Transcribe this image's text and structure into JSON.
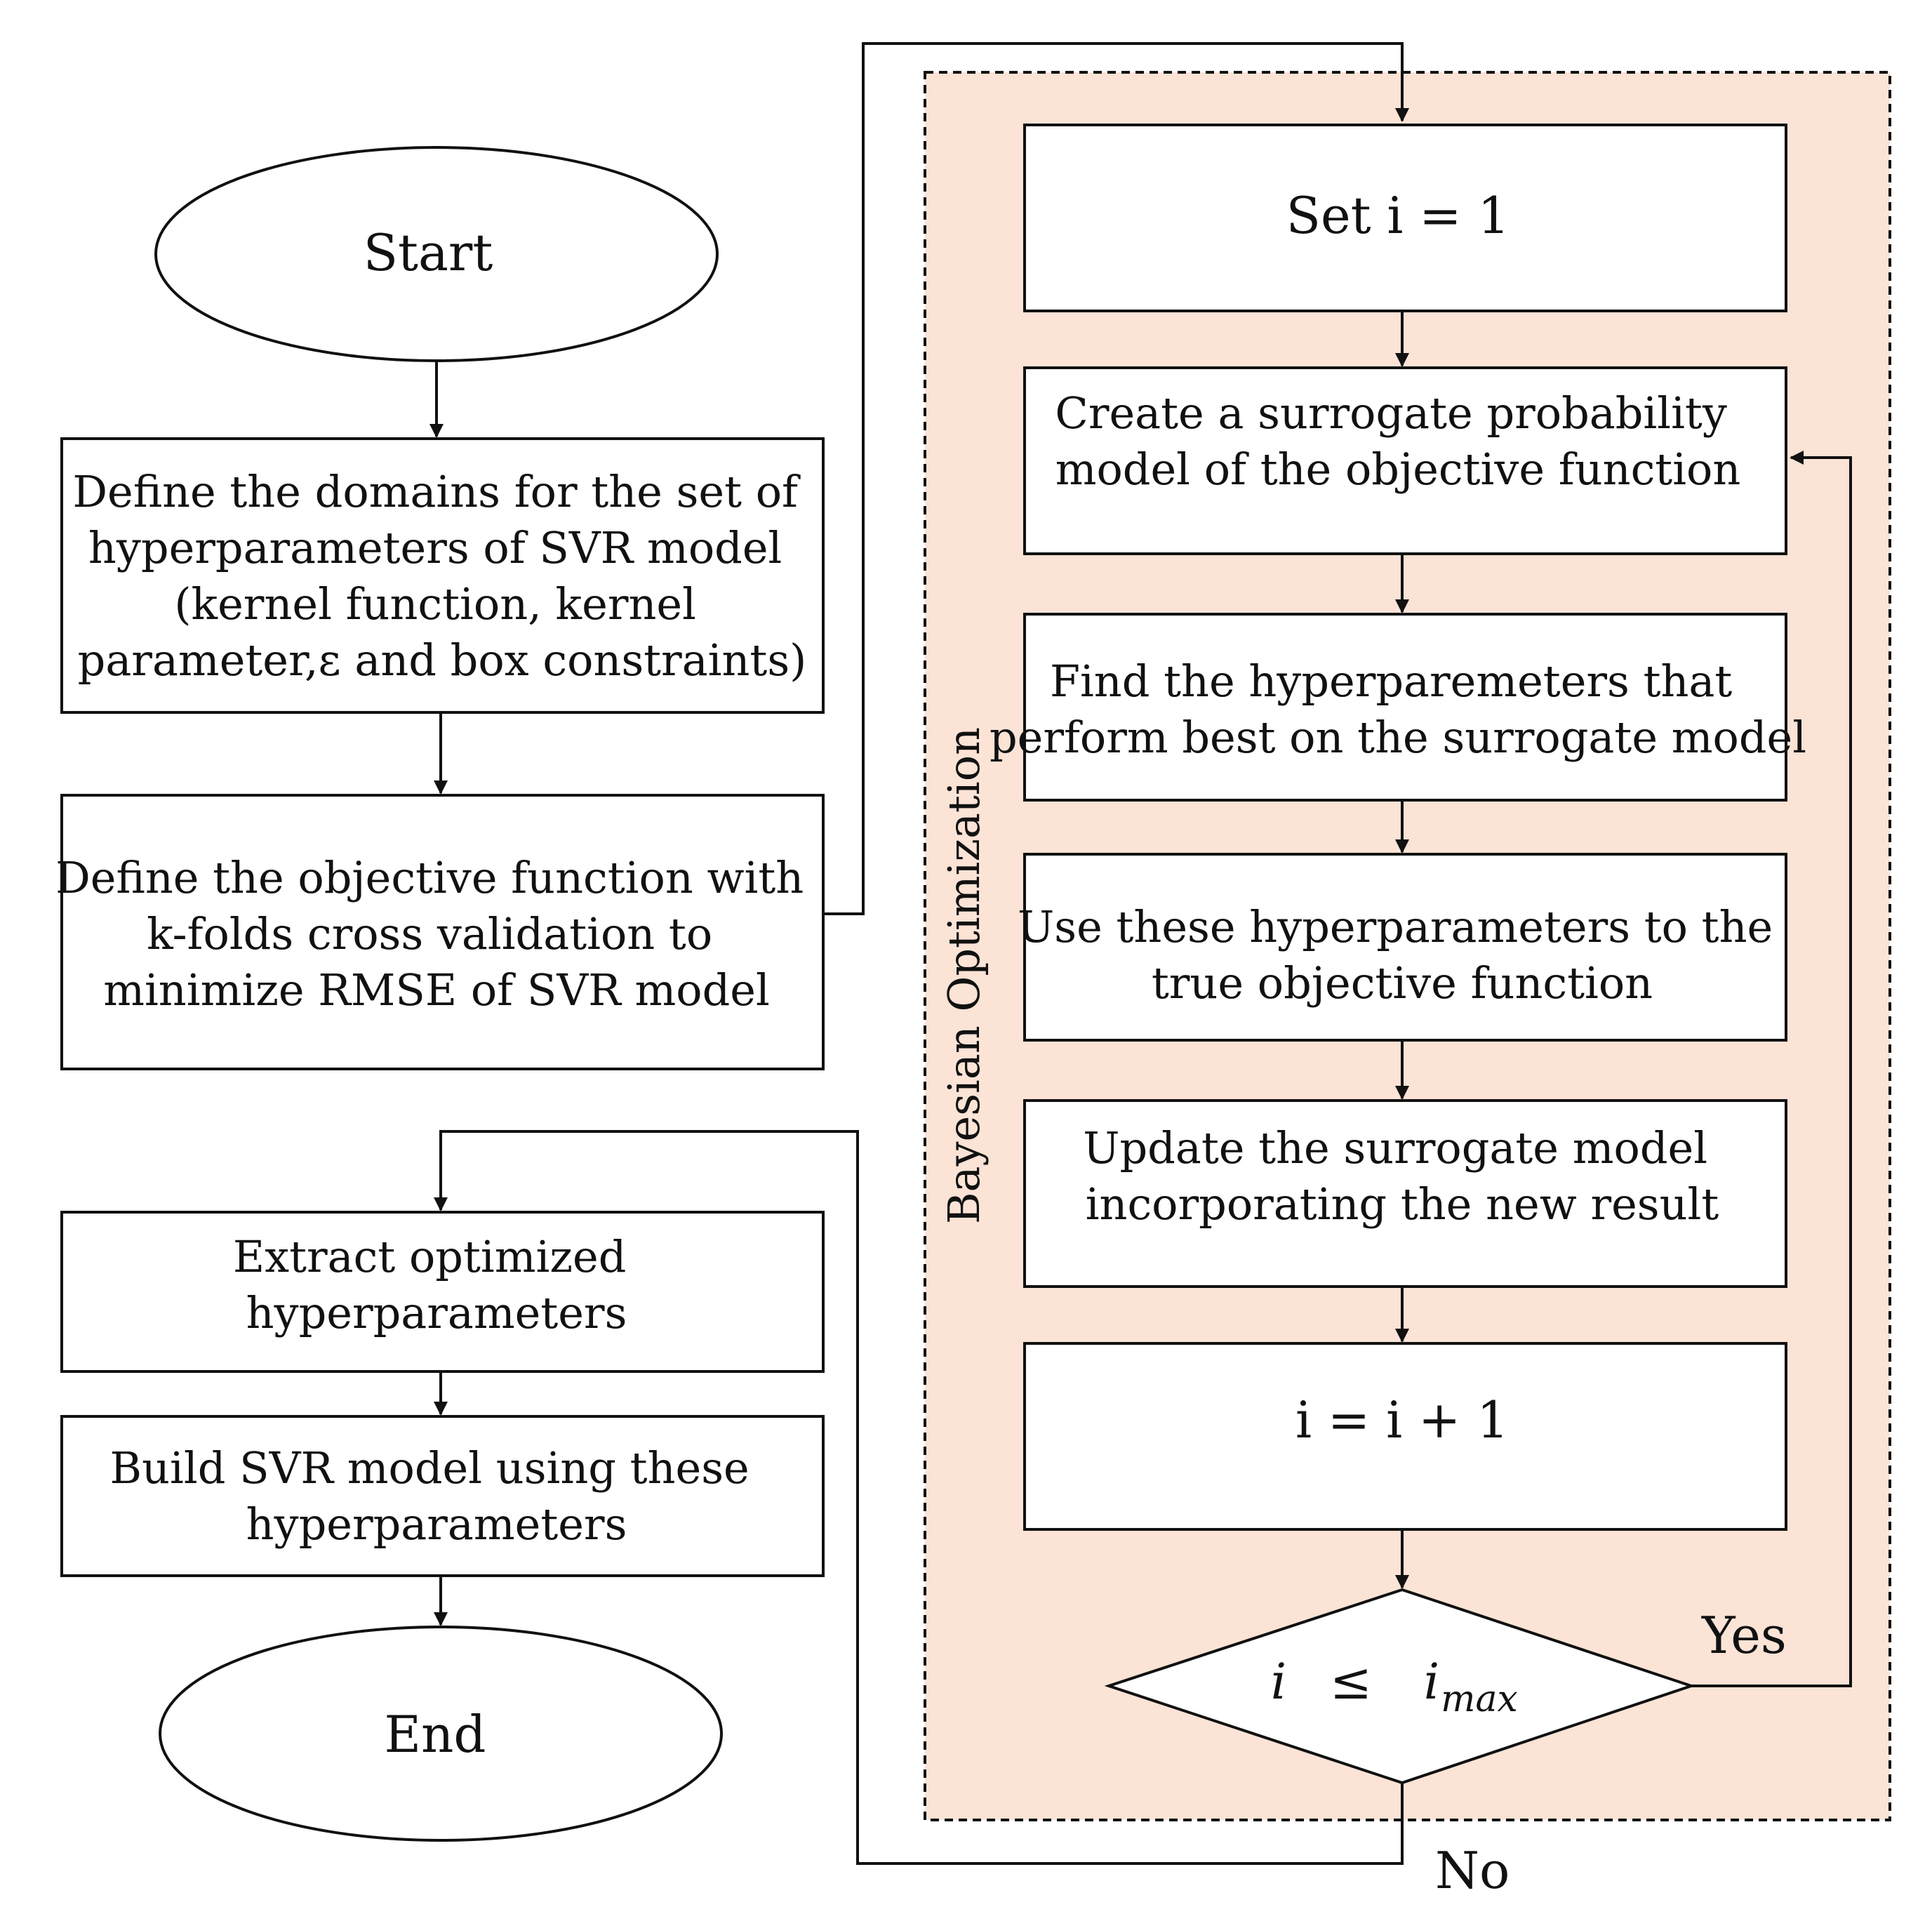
{
  "colors": {
    "region_fill": "#fbe3d6",
    "line": "#111111",
    "box_fill": "#ffffff"
  },
  "region": {
    "label": "Bayesian Optimization"
  },
  "nodes": {
    "start": "Start",
    "define_domains": [
      "Define the domains for the set of",
      "hyperparameters of SVR model",
      "(kernel function, kernel",
      "parameter,ε and box constraints)"
    ],
    "define_objective": [
      "Define the objective function with",
      "k-folds cross validation to",
      "minimize RMSE of SVR model"
    ],
    "extract": [
      "Extract optimized",
      "hyperparameters"
    ],
    "build": [
      "Build SVR model using these",
      "hyperparameters"
    ],
    "end": "End",
    "set_i": "Set i = 1",
    "surrogate": [
      "Create a surrogate probability",
      "model of the objective function"
    ],
    "find": [
      "Find the hyperparemeters that",
      "perform best on the surrogate model"
    ],
    "use": [
      "Use these hyperparameters to the",
      "true objective function"
    ],
    "update": [
      "Update the surrogate model",
      "incorporating the new result"
    ],
    "increment": "i = i + 1",
    "decision": {
      "lhs": "i",
      "op": "≤",
      "rhs": "i",
      "rhs_sub": "max"
    }
  },
  "edge_labels": {
    "yes": "Yes",
    "no": "No"
  }
}
